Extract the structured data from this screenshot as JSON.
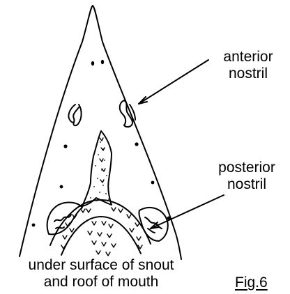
{
  "labels": {
    "anterior_nostril": [
      "anterior",
      "nostril"
    ],
    "posterior_nostril": [
      "posterior",
      "nostril"
    ],
    "caption": [
      "under surface of snout",
      "and roof of mouth"
    ],
    "figure_number": "Fig.6"
  },
  "colors": {
    "ink": "#000000",
    "background": "#ffffff"
  }
}
